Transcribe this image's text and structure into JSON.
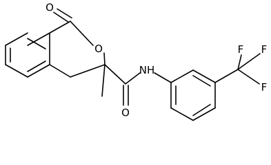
{
  "molecule": {
    "atom_labels": {
      "carbonyl_oxygen": "O",
      "ring_oxygen": "O",
      "amide_oxygen": "O",
      "amide_nh": "NH",
      "fluorine_top_left": "F",
      "fluorine_top_right": "F",
      "fluorine_right": "F"
    }
  },
  "colors": {
    "bond": "#000000",
    "label": "#000000",
    "background": "#ffffff"
  }
}
